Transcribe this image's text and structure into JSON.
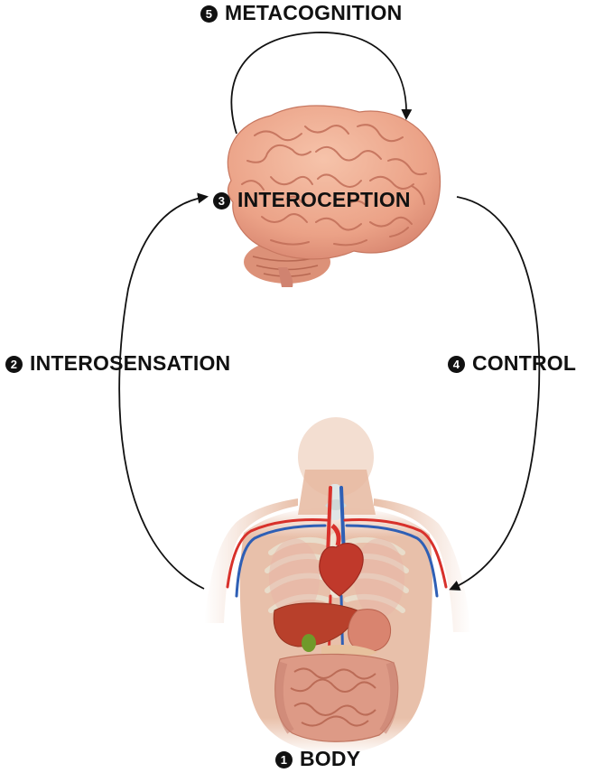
{
  "diagram": {
    "labels": {
      "metacognition": {
        "number": "5",
        "text": "METACOGNITION"
      },
      "interoception": {
        "number": "3",
        "text": "INTEROCEPTION"
      },
      "interosensation": {
        "number": "2",
        "text": "INTEROSENSATION"
      },
      "control": {
        "number": "4",
        "text": "CONTROL"
      },
      "body": {
        "number": "1",
        "text": "BODY"
      }
    },
    "colors": {
      "text": "#111111",
      "arrow": "#111111",
      "brain": "#eea98c",
      "brain_fold": "#c9745c",
      "skin": "#e6b9a0",
      "artery": "#d8312b",
      "vein": "#2f5fb5",
      "organ": "#c0452e",
      "intestine": "#d98a78",
      "ribs": "#e9dcc8"
    },
    "illustrations": [
      "brain-illustration",
      "human-body-anatomy-illustration"
    ]
  }
}
